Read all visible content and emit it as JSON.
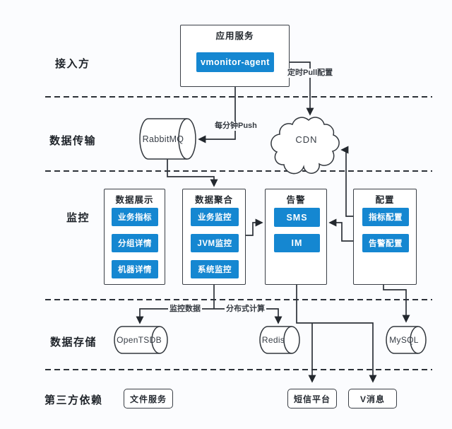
{
  "colors": {
    "accent": "#1587d1",
    "node_border": "#3a3f46",
    "connector": "#2c3138",
    "background": "#fbfcfe"
  },
  "rows": {
    "access": "接入方",
    "transport": "数据传输",
    "monitor": "监控",
    "storage": "数据存储",
    "third_party": "第三方依赖"
  },
  "app_service": {
    "title": "应用服务",
    "agent": "vmonitor-agent"
  },
  "edge_labels": {
    "pull_config": "定时Pull配置",
    "push_per_minute": "每分钟Push",
    "monitor_data": "监控数据",
    "distributed_compute": "分布式计算"
  },
  "transport_nodes": {
    "queue": "RabbitMQ",
    "cdn": "CDN"
  },
  "monitor_groups": {
    "display": {
      "title": "数据展示",
      "items": [
        "业务指标",
        "分组详情",
        "机器详情"
      ]
    },
    "aggregate": {
      "title": "数据聚合",
      "items": [
        "业务监控",
        "JVM监控",
        "系统监控"
      ]
    },
    "alert": {
      "title": "告警",
      "items": [
        "SMS",
        "IM"
      ]
    },
    "config": {
      "title": "配置",
      "items": [
        "指标配置",
        "告警配置"
      ]
    }
  },
  "storage_nodes": {
    "opentsdb": "OpenTSDB",
    "redis": "Redis",
    "mysql": "MySQL"
  },
  "third_party_nodes": {
    "file_service": "文件服务",
    "sms_platform": "短信平台",
    "v_message": "V消息"
  }
}
